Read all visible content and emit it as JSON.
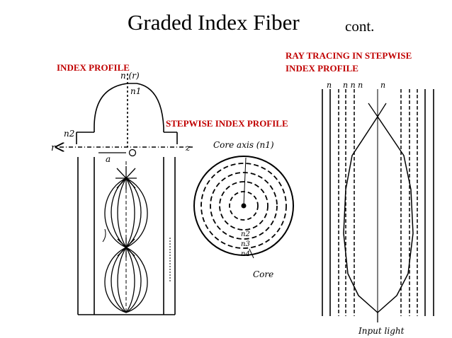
{
  "slide": {
    "title": "Graded Index Fiber",
    "title_suffix": "cont."
  },
  "labels": {
    "index_profile": "INDEX PROFILE",
    "stepwise_index_profile": "STEPWISE INDEX PROFILE",
    "ray_tracing": [
      "RAY TRACING IN STEPWISE",
      "INDEX PROFILE"
    ]
  },
  "left_figure": {
    "n_r": "n (r)",
    "n1": "n1",
    "n2": "n2",
    "r_axis": "r",
    "a": "a",
    "zero": "O",
    "side_text": "z"
  },
  "middle_figure": {
    "core_axis": "Core axis (n1)",
    "core": "Core",
    "ring_labels": [
      "n2",
      "n3",
      "n4"
    ]
  },
  "right_figure": {
    "top_labels": [
      "n",
      "n n n",
      "n"
    ],
    "input_light": "Input light"
  },
  "colors": {
    "label_red": "#c00000",
    "ink": "#000000"
  }
}
